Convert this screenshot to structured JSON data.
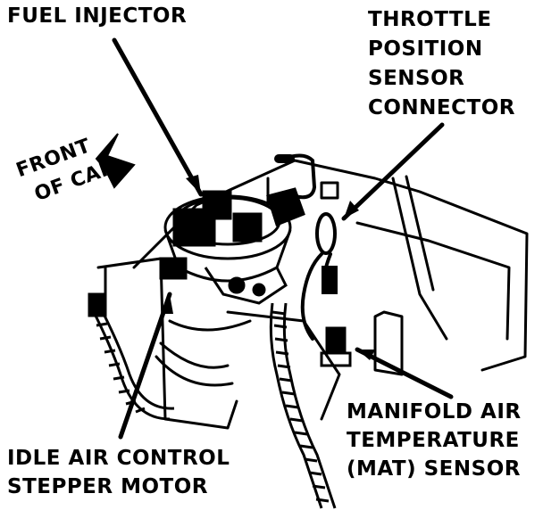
{
  "labels": {
    "fuel_injector": "FUEL INJECTOR",
    "throttle_position": [
      "THROTTLE",
      "POSITION",
      "SENSOR",
      "CONNECTOR"
    ],
    "front_of_car": [
      "FRONT",
      "OF CAR"
    ],
    "idle_air_control": [
      "IDLE AIR CONTROL",
      "STEPPER MOTOR"
    ],
    "mat_sensor": [
      "MANIFOLD AIR",
      "TEMPERATURE",
      "(MAT) SENSOR"
    ]
  },
  "colors": {
    "ink": "#000000",
    "paper": "#ffffff"
  }
}
